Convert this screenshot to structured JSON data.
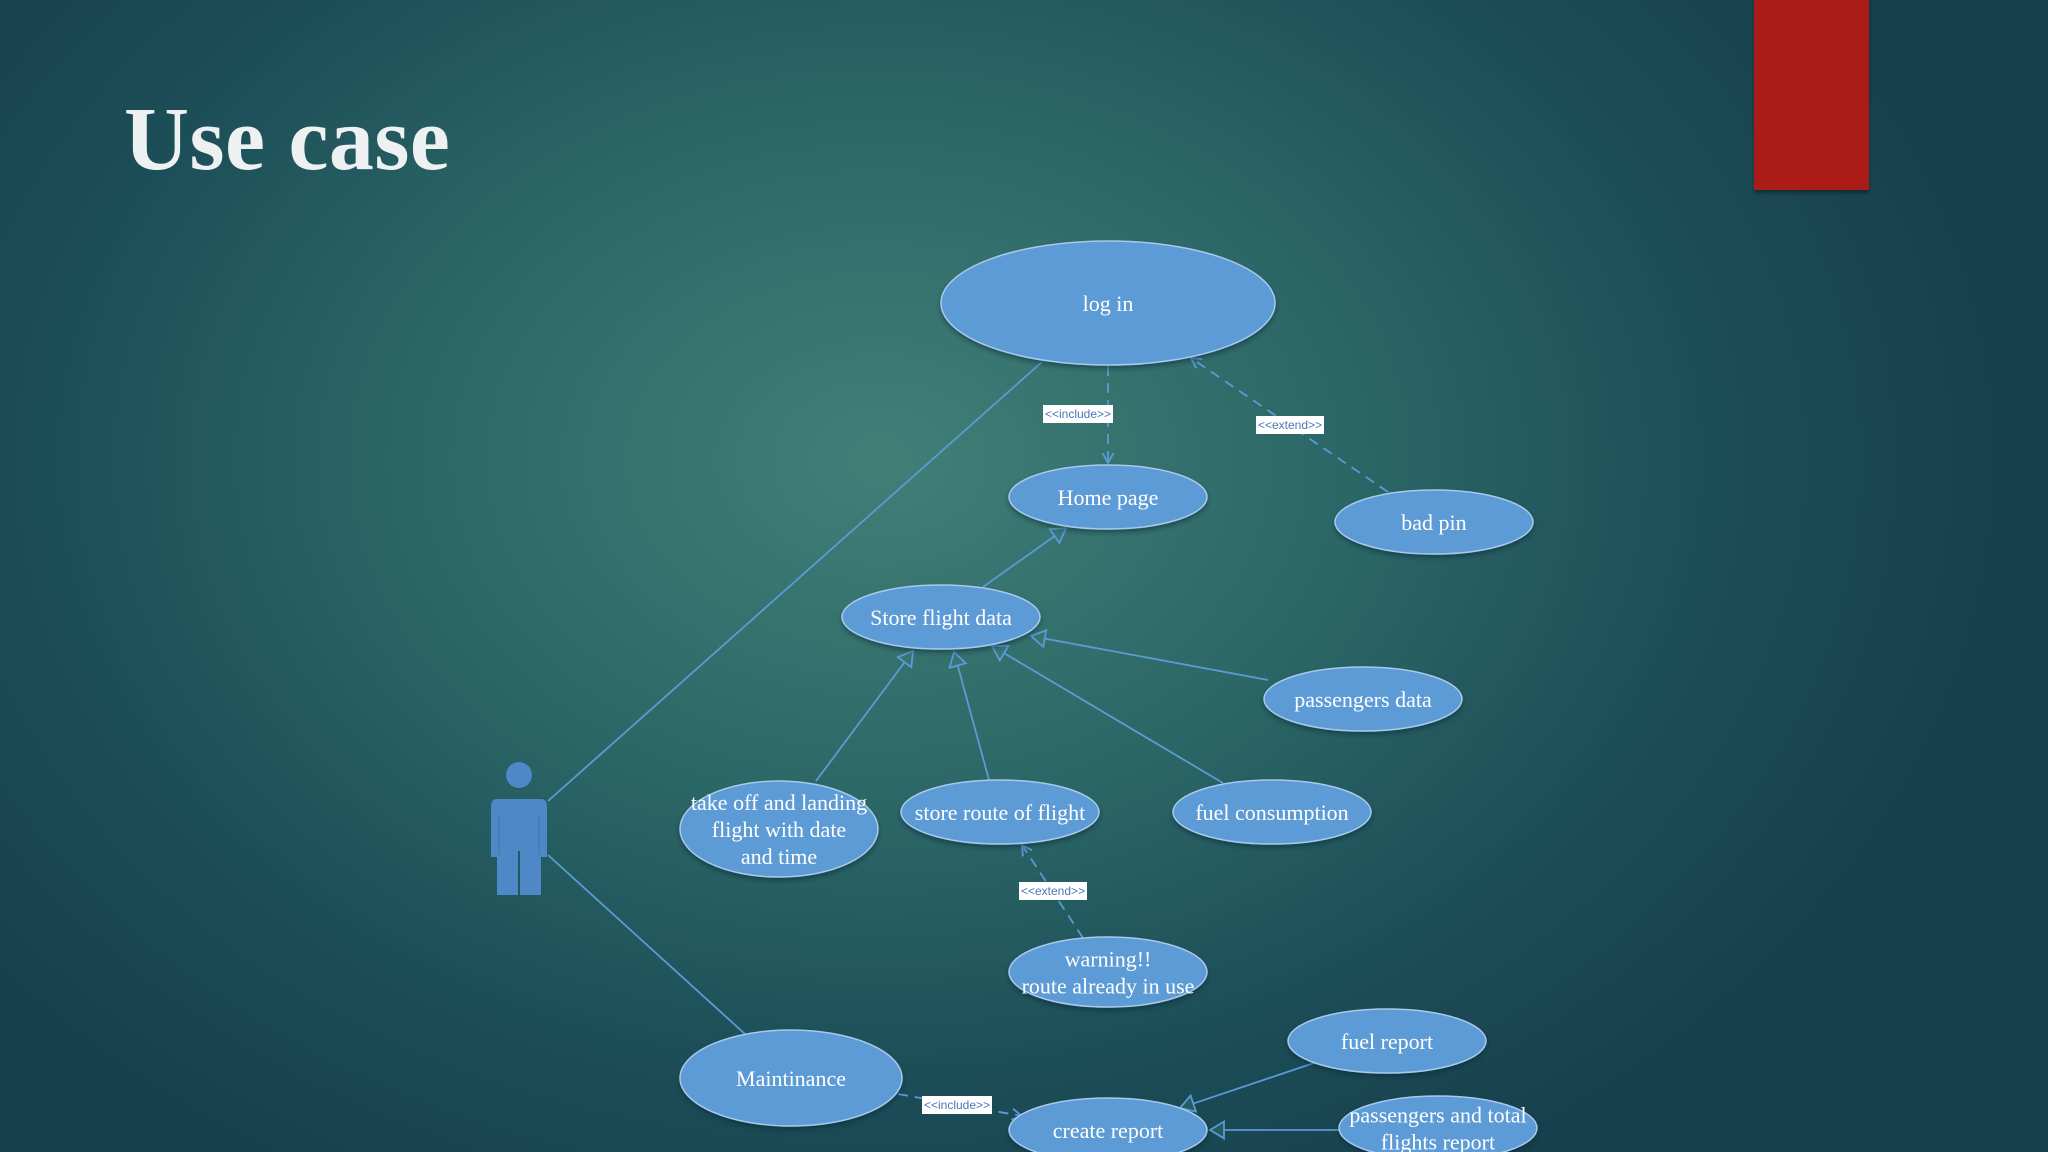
{
  "slide": {
    "title": "Use case"
  },
  "colors": {
    "ellipse_fill": "#5b9bd5",
    "ellipse_stroke": "#a9c9ea",
    "line": "#5b9bd5",
    "actor": "#4f88c6",
    "accent_bar": "#ab1c18",
    "title_text": "#eef1f1"
  },
  "diagram": {
    "actors": [
      {
        "id": "user",
        "label": ""
      }
    ],
    "use_cases": [
      {
        "id": "login",
        "lines": [
          "log in"
        ]
      },
      {
        "id": "homepage",
        "lines": [
          "Home page"
        ]
      },
      {
        "id": "badpin",
        "lines": [
          "bad pin"
        ]
      },
      {
        "id": "store",
        "lines": [
          "Store flight data"
        ]
      },
      {
        "id": "passengers",
        "lines": [
          "passengers data"
        ]
      },
      {
        "id": "takeoff",
        "lines": [
          "take off and landing",
          "flight with date",
          "and time"
        ]
      },
      {
        "id": "route",
        "lines": [
          "store route of flight"
        ]
      },
      {
        "id": "fuel",
        "lines": [
          "fuel consumption"
        ]
      },
      {
        "id": "warning",
        "lines": [
          "warning!!",
          "route already in use"
        ]
      },
      {
        "id": "maint",
        "lines": [
          "Maintinance"
        ]
      },
      {
        "id": "fuelreport",
        "lines": [
          "fuel report"
        ]
      },
      {
        "id": "createreport",
        "lines": [
          "create report"
        ]
      },
      {
        "id": "paxreport",
        "lines": [
          "passengers and total",
          "flights report"
        ]
      }
    ],
    "relations": [
      {
        "id": "r1",
        "type": "association",
        "from": "user",
        "to": "login"
      },
      {
        "id": "r2",
        "type": "association",
        "from": "user",
        "to": "maint"
      },
      {
        "id": "r3",
        "type": "include",
        "from": "login",
        "to": "homepage",
        "label": "<<include>>"
      },
      {
        "id": "r4",
        "type": "extend",
        "from": "badpin",
        "to": "login",
        "label": "<<extend>>"
      },
      {
        "id": "r5",
        "type": "generalization",
        "from": "store",
        "to": "homepage"
      },
      {
        "id": "r6",
        "type": "generalization",
        "from": "passengers",
        "to": "store"
      },
      {
        "id": "r7",
        "type": "generalization",
        "from": "takeoff",
        "to": "store"
      },
      {
        "id": "r8",
        "type": "generalization",
        "from": "route",
        "to": "store"
      },
      {
        "id": "r9",
        "type": "generalization",
        "from": "fuel",
        "to": "store"
      },
      {
        "id": "r10",
        "type": "extend",
        "from": "warning",
        "to": "route",
        "label": "<<extend>>"
      },
      {
        "id": "r11",
        "type": "include",
        "from": "maint",
        "to": "createreport",
        "label": "<<include>>"
      },
      {
        "id": "r12",
        "type": "generalization",
        "from": "fuelreport",
        "to": "createreport"
      },
      {
        "id": "r13",
        "type": "generalization",
        "from": "paxreport",
        "to": "createreport"
      }
    ]
  }
}
